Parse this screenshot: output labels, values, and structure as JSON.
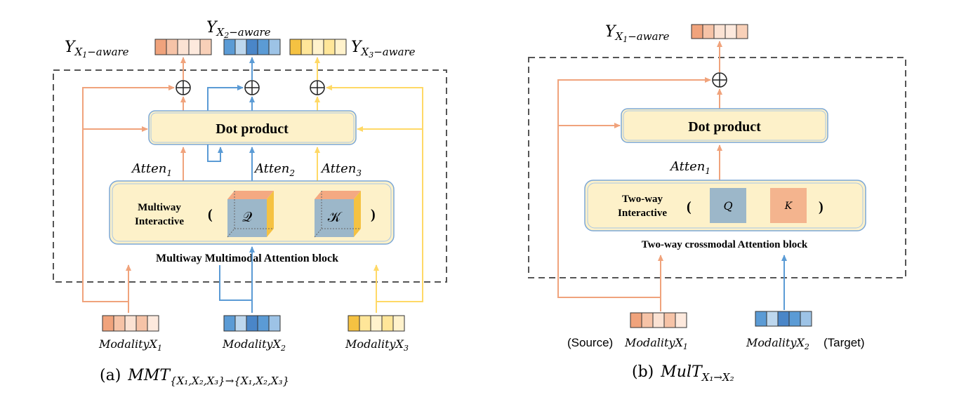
{
  "colors": {
    "orange": "#f0a37c",
    "blue": "#5b9bd5",
    "yellow": "#ffd966",
    "box_fill": "#fdf1c9",
    "box_stroke": "#7ba7d6",
    "dash": "#555555"
  },
  "left": {
    "outputs": {
      "y1": {
        "base": "Y",
        "sub": "X",
        "subsub": "1",
        "tail": "−aware"
      },
      "y2": {
        "base": "Y",
        "sub": "X",
        "subsub": "2",
        "tail": "−aware"
      },
      "y3": {
        "base": "Y",
        "sub": "X",
        "subsub": "3",
        "tail": "−aware"
      }
    },
    "dot_product": "Dot product",
    "atten1": {
      "base": "Atten",
      "sub": "1"
    },
    "atten2": {
      "base": "Atten",
      "sub": "2"
    },
    "atten3": {
      "base": "Atten",
      "sub": "3"
    },
    "interactive_line1": "Multiway",
    "interactive_line2": "Interactive",
    "paren_open": "(",
    "paren_close": ")",
    "q_symbol": "𝒬",
    "k_symbol": "𝒦",
    "block_label": "Multiway Multimodal Attention block",
    "modalities": [
      {
        "base": "Modality",
        "var": "X",
        "sub": "1"
      },
      {
        "base": "Modality",
        "var": "X",
        "sub": "2"
      },
      {
        "base": "Modality",
        "var": "X",
        "sub": "3"
      }
    ],
    "caption": {
      "prefix": "(a)",
      "name": "MMT",
      "sub": "{X₁,X₂,X₃}→{X₁,X₂,X₃}"
    }
  },
  "right": {
    "output": {
      "base": "Y",
      "sub": "X",
      "subsub": "1",
      "tail": "−aware"
    },
    "dot_product": "Dot product",
    "atten1": {
      "base": "Atten",
      "sub": "1"
    },
    "interactive_line1": "Two-way",
    "interactive_line2": "Interactive",
    "paren_open": "(",
    "paren_close": ")",
    "q_symbol": "Q",
    "k_symbol": "K",
    "block_label": "Two-way crossmodal Attention block",
    "source_label": "(Source)",
    "target_label": "(Target)",
    "modalities": [
      {
        "base": "Modality",
        "var": "X",
        "sub": "1"
      },
      {
        "base": "Modality",
        "var": "X",
        "sub": "2"
      }
    ],
    "caption": {
      "prefix": "(b)",
      "name": "MulT",
      "sub": "X₁→X₂"
    }
  }
}
